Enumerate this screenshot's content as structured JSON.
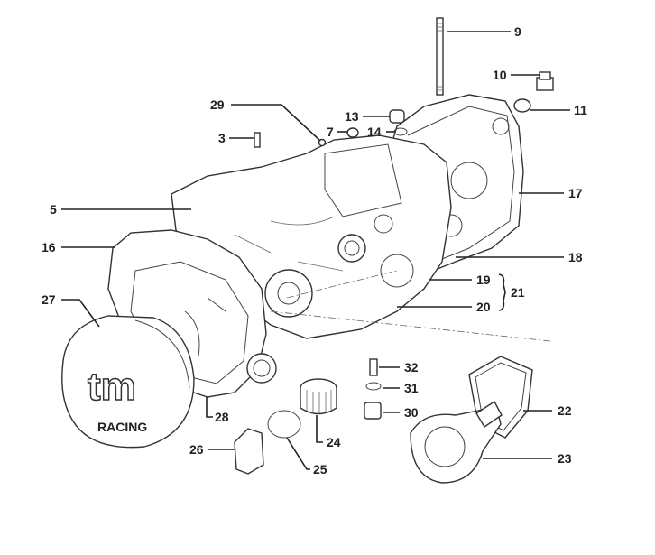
{
  "diagram": {
    "labels": {
      "p3": "3",
      "p5": "5",
      "p7": "7",
      "p9": "9",
      "p10": "10",
      "p11": "11",
      "p13": "13",
      "p14": "14",
      "p16": "16",
      "p17": "17",
      "p18": "18",
      "p19": "19",
      "p20": "20",
      "p21": "21",
      "p22": "22",
      "p23": "23",
      "p24": "24",
      "p25": "25",
      "p26": "26",
      "p27": "27",
      "p28": "28",
      "p29": "29",
      "p30": "30",
      "p31": "31",
      "p32": "32"
    },
    "logo": {
      "main": "tm",
      "sub": "RACING"
    },
    "colors": {
      "ink": "#222222",
      "background": "#ffffff"
    }
  }
}
